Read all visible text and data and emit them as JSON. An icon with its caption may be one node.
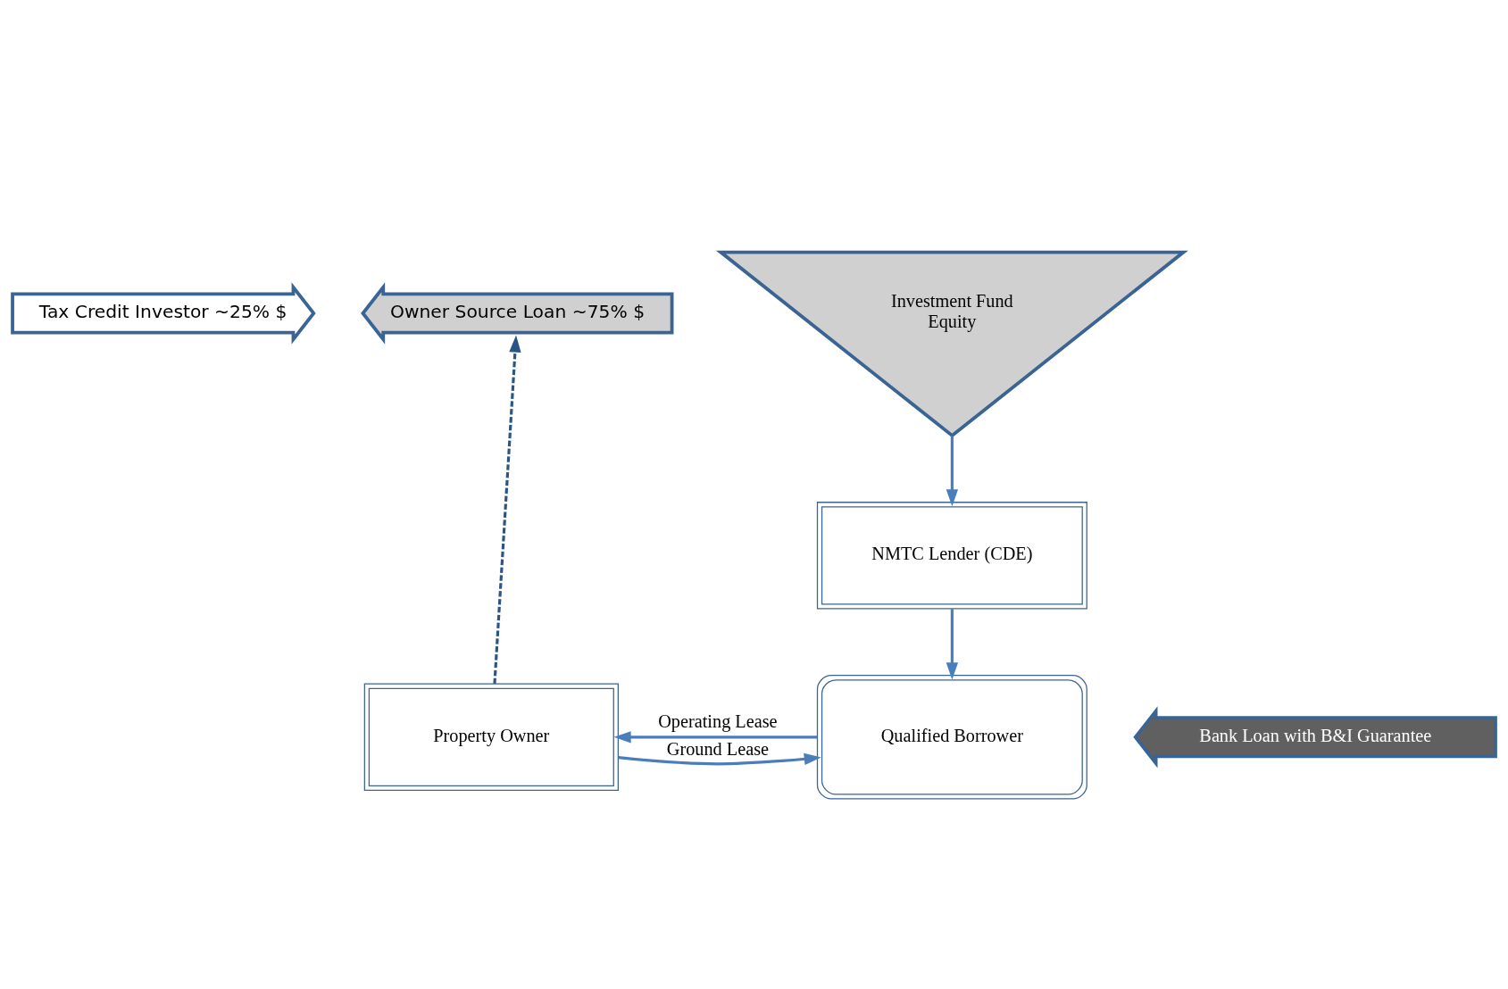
{
  "diagram": {
    "nodes": [
      {
        "text": [
          "Tax Credit Investor ~25% $"
        ]
      },
      {
        "text": [
          "Owner Source Loan ~75% $"
        ]
      },
      {
        "text": [
          "Investment Fund",
          "Equity"
        ]
      },
      {
        "text": [
          "NMTC Lender (CDE)"
        ]
      },
      {
        "text": [
          "Qualified Borrower"
        ]
      },
      {
        "text": [
          "Property Owner"
        ]
      },
      {
        "text": [
          "Bank Loan with B&I Guarantee"
        ]
      }
    ],
    "edges": [
      {
        "from": 2,
        "to": 3,
        "arrow": "to"
      },
      {
        "from": 3,
        "to": 4,
        "arrow": "to"
      },
      {
        "from": 4,
        "to": 5,
        "arrow": "to",
        "label": "Operating Lease"
      },
      {
        "from": 5,
        "to": 4,
        "arrow": "to",
        "label": "Ground Lease"
      },
      {
        "from": 5,
        "to": 1,
        "arrow": "to",
        "style": "dashed",
        "color": "#2a5587"
      }
    ]
  }
}
